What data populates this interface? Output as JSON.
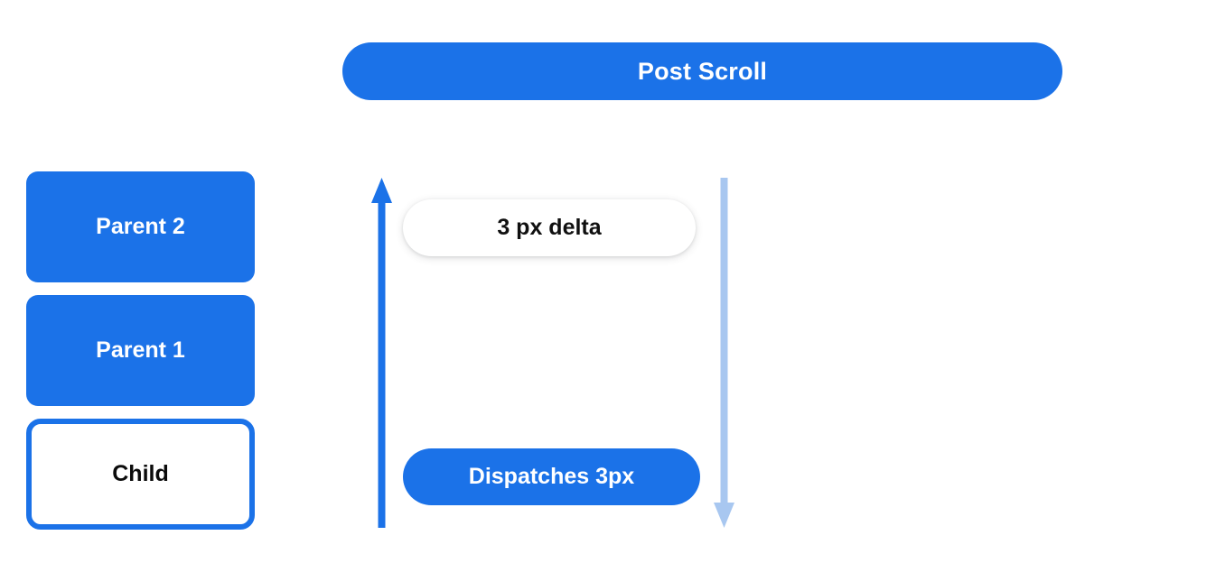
{
  "page": {
    "background_color": "#ffffff",
    "accent_color": "#1B72E8",
    "accent_light_color": "#A8C7F0",
    "text_on_accent": "#ffffff",
    "text_dark": "#101010"
  },
  "header": {
    "title": "Post Scroll"
  },
  "stack": {
    "boxes": [
      {
        "label": "Parent 2",
        "style": "filled"
      },
      {
        "label": "Parent 1",
        "style": "filled"
      },
      {
        "label": "Child",
        "style": "outlined"
      }
    ]
  },
  "diagram": {
    "up_arrow": {
      "icon": "arrow-up-icon",
      "color": "#1B72E8",
      "direction": "up"
    },
    "down_arrow": {
      "icon": "arrow-down-icon",
      "color": "#A8C7F0",
      "direction": "down"
    },
    "delta_pill": {
      "label": "3 px delta"
    },
    "dispatch_pill": {
      "label": "Dispatches 3px"
    }
  }
}
